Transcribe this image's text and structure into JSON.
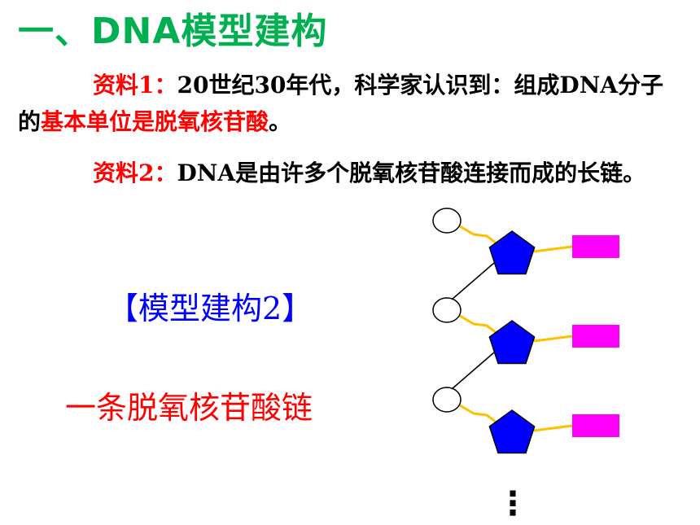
{
  "title": "一、DNA模型建构",
  "material1": {
    "label": "资料1：",
    "text": "20世纪30年代，科学家认识到：组成DNA分子的",
    "highlight": "基本单位是脱氧核苷酸",
    "end": "。"
  },
  "material2": {
    "label": "资料2：",
    "text": "DNA是由许多个脱氧核苷酸连接而成的长链。"
  },
  "model_label": "【模型建构2】",
  "chain_label": "一条脱氧核苷酸链",
  "diagram": {
    "nucleotide_count": 3,
    "continuation": "⋮",
    "colors": {
      "phosphate_fill": "#ffffff",
      "phosphate_stroke": "#000000",
      "sugar_fill": "#0000ff",
      "base_fill": "#ff00ff",
      "bond_color": "#ffc000",
      "backbone_color": "#000000"
    }
  }
}
